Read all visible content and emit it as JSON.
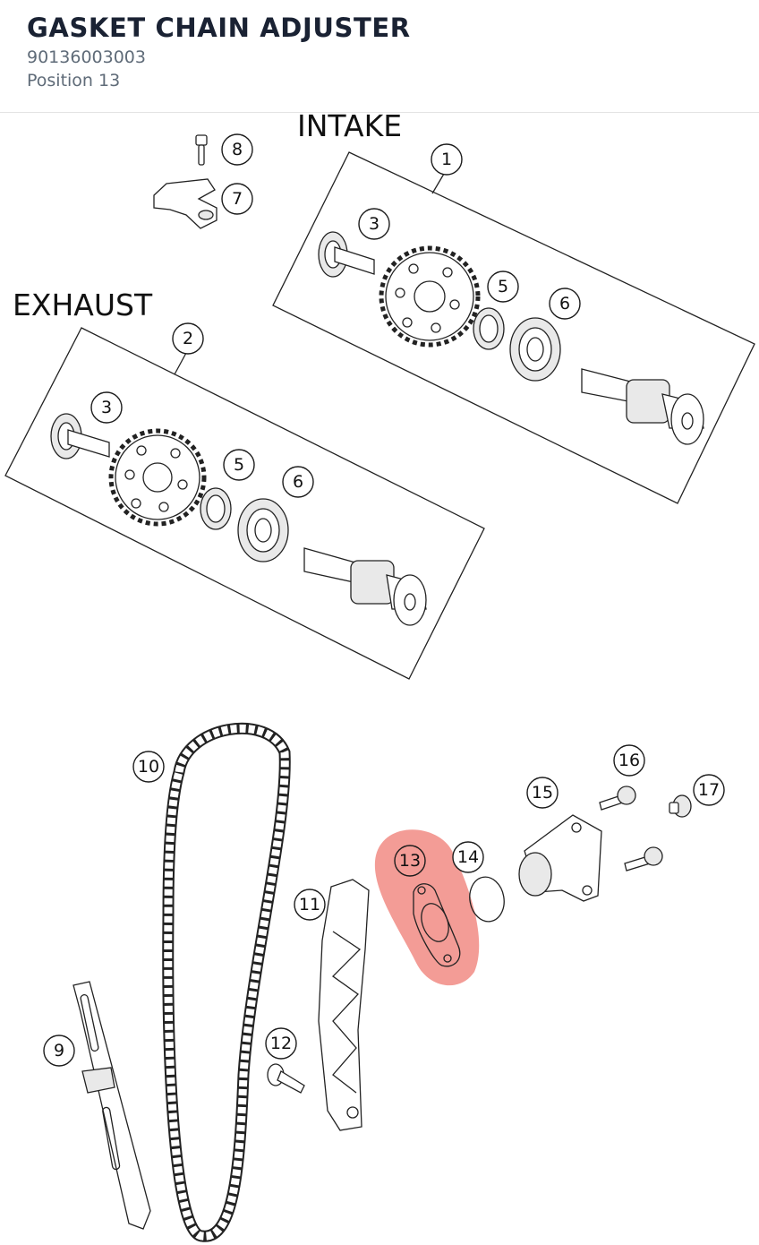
{
  "header": {
    "title": "GASKET CHAIN ADJUSTER",
    "part_number": "90136003003",
    "position": "Position 13"
  },
  "groups": {
    "intake": "INTAKE",
    "exhaust": "EXHAUST"
  },
  "highlight": {
    "position": "13",
    "color": "#f08078"
  },
  "callouts": [
    {
      "id": "c1",
      "label": "1"
    },
    {
      "id": "c2",
      "label": "2"
    },
    {
      "id": "c3a",
      "label": "3"
    },
    {
      "id": "c3b",
      "label": "3"
    },
    {
      "id": "c5a",
      "label": "5"
    },
    {
      "id": "c5b",
      "label": "5"
    },
    {
      "id": "c6a",
      "label": "6"
    },
    {
      "id": "c6b",
      "label": "6"
    },
    {
      "id": "c7",
      "label": "7"
    },
    {
      "id": "c8",
      "label": "8"
    },
    {
      "id": "c9",
      "label": "9"
    },
    {
      "id": "c10",
      "label": "10"
    },
    {
      "id": "c11",
      "label": "11"
    },
    {
      "id": "c12",
      "label": "12"
    },
    {
      "id": "c13",
      "label": "13"
    },
    {
      "id": "c14",
      "label": "14"
    },
    {
      "id": "c15",
      "label": "15"
    },
    {
      "id": "c16",
      "label": "16"
    },
    {
      "id": "c17",
      "label": "17"
    }
  ]
}
